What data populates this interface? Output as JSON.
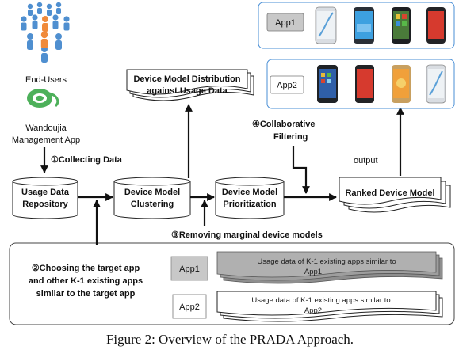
{
  "actors": {
    "end_users": "End-Users",
    "app_line1": "Wandoujia",
    "app_line2": "Management App"
  },
  "steps": {
    "collecting": "①Collecting Data",
    "collaborative_line1": "④Collaborative",
    "collaborative_line2": "Filtering",
    "removing": "③Removing marginal device models",
    "choosing_line1": "②Choosing the target app",
    "choosing_line2": "and other K-1 existing apps",
    "choosing_line3": "similar to the target app",
    "output": "output"
  },
  "nodes": {
    "repo_line1": "Usage Data",
    "repo_line2": "Repository",
    "clustering_line1": "Device Model",
    "clustering_line2": "Clustering",
    "prioritization_line1": "Device Model",
    "prioritization_line2": "Prioritization",
    "distribution_line1": "Device Model Distribution",
    "distribution_line2": "against Usage Data",
    "ranked": "Ranked Device Model"
  },
  "apps": {
    "top_app1": "App1",
    "top_app2": "App2",
    "panel_app1": "App1",
    "panel_app2": "App2",
    "usage1_line1": "Usage data of K-1 existing apps similar to",
    "usage1_line2": "App1",
    "usage2_line1": "Usage data of K-1 existing apps similar to",
    "usage2_line2": "App2"
  },
  "caption": "Figure 2: Overview of the PRADA Approach.",
  "colors": {
    "people": "#4f8fd0",
    "people_accent": "#f08a3a",
    "app_logo": "#4db05a",
    "gray_tag": "#c8c8c8",
    "gray_doc": "#9e9e9e"
  }
}
